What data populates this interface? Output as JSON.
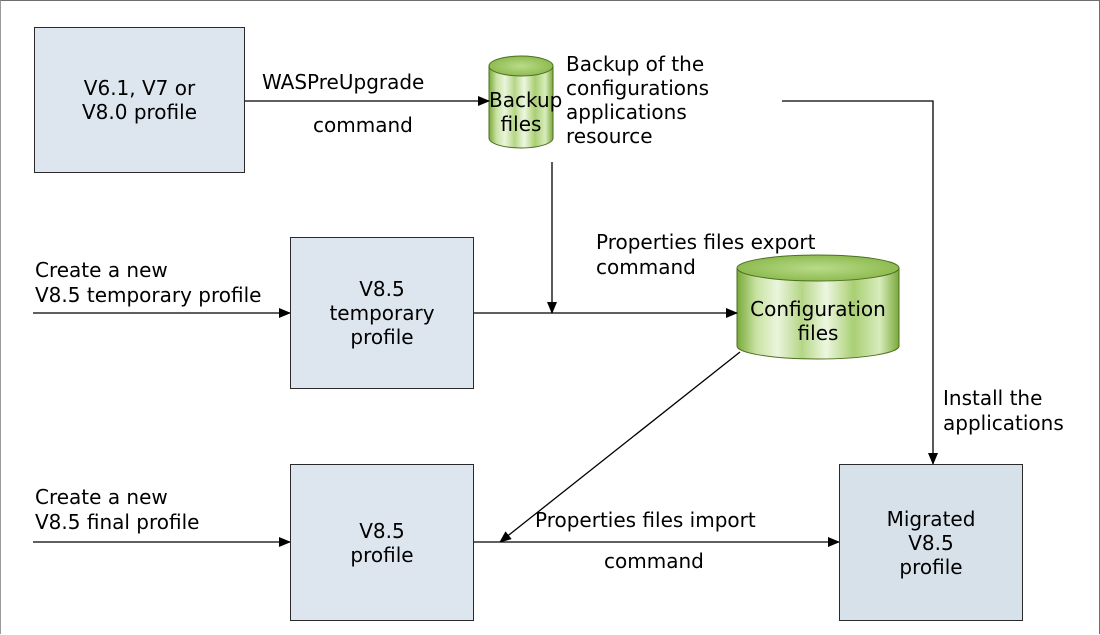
{
  "boxes": {
    "source": "V6.1, V7 or\nV8.0 profile",
    "temporary": "V8.5\ntemporary\nprofile",
    "profile": "V8.5\nprofile",
    "migrated": "Migrated\nV8.5\nprofile"
  },
  "cylinders": {
    "backup": "Backup\nfiles",
    "configuration": "Configuration\nfiles"
  },
  "labels": {
    "preupgrade_top": "WASPreUpgrade",
    "preupgrade_bottom": "command",
    "backup_note": "Backup of the\nconfigurations\napplications\nresource",
    "export_note": "Properties files export\ncommand",
    "create_temp": "Create a new\nV8.5 temporary profile",
    "create_final": "Create a new\nV8.5 final profile",
    "install": "Install the\napplications",
    "import_top": "Properties files import",
    "import_bottom": "command"
  },
  "colors": {
    "box_fill": "#dde6ee",
    "migrated_fill": "#d7e1ea",
    "cylinder_green": "#8fbe4a",
    "line": "#000000"
  }
}
